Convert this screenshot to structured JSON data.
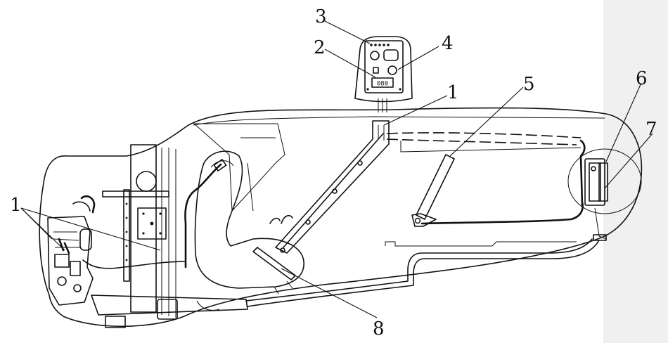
{
  "callouts": {
    "c1_left": "1",
    "c1_top": "1",
    "c2": "2",
    "c3": "3",
    "c4": "4",
    "c5": "5",
    "c6": "6",
    "c7": "7",
    "c8": "8"
  },
  "panel_display": "080",
  "colors": {
    "ink": "#111111",
    "paper": "#ffffff",
    "sidebar": "#f0f0f0"
  }
}
